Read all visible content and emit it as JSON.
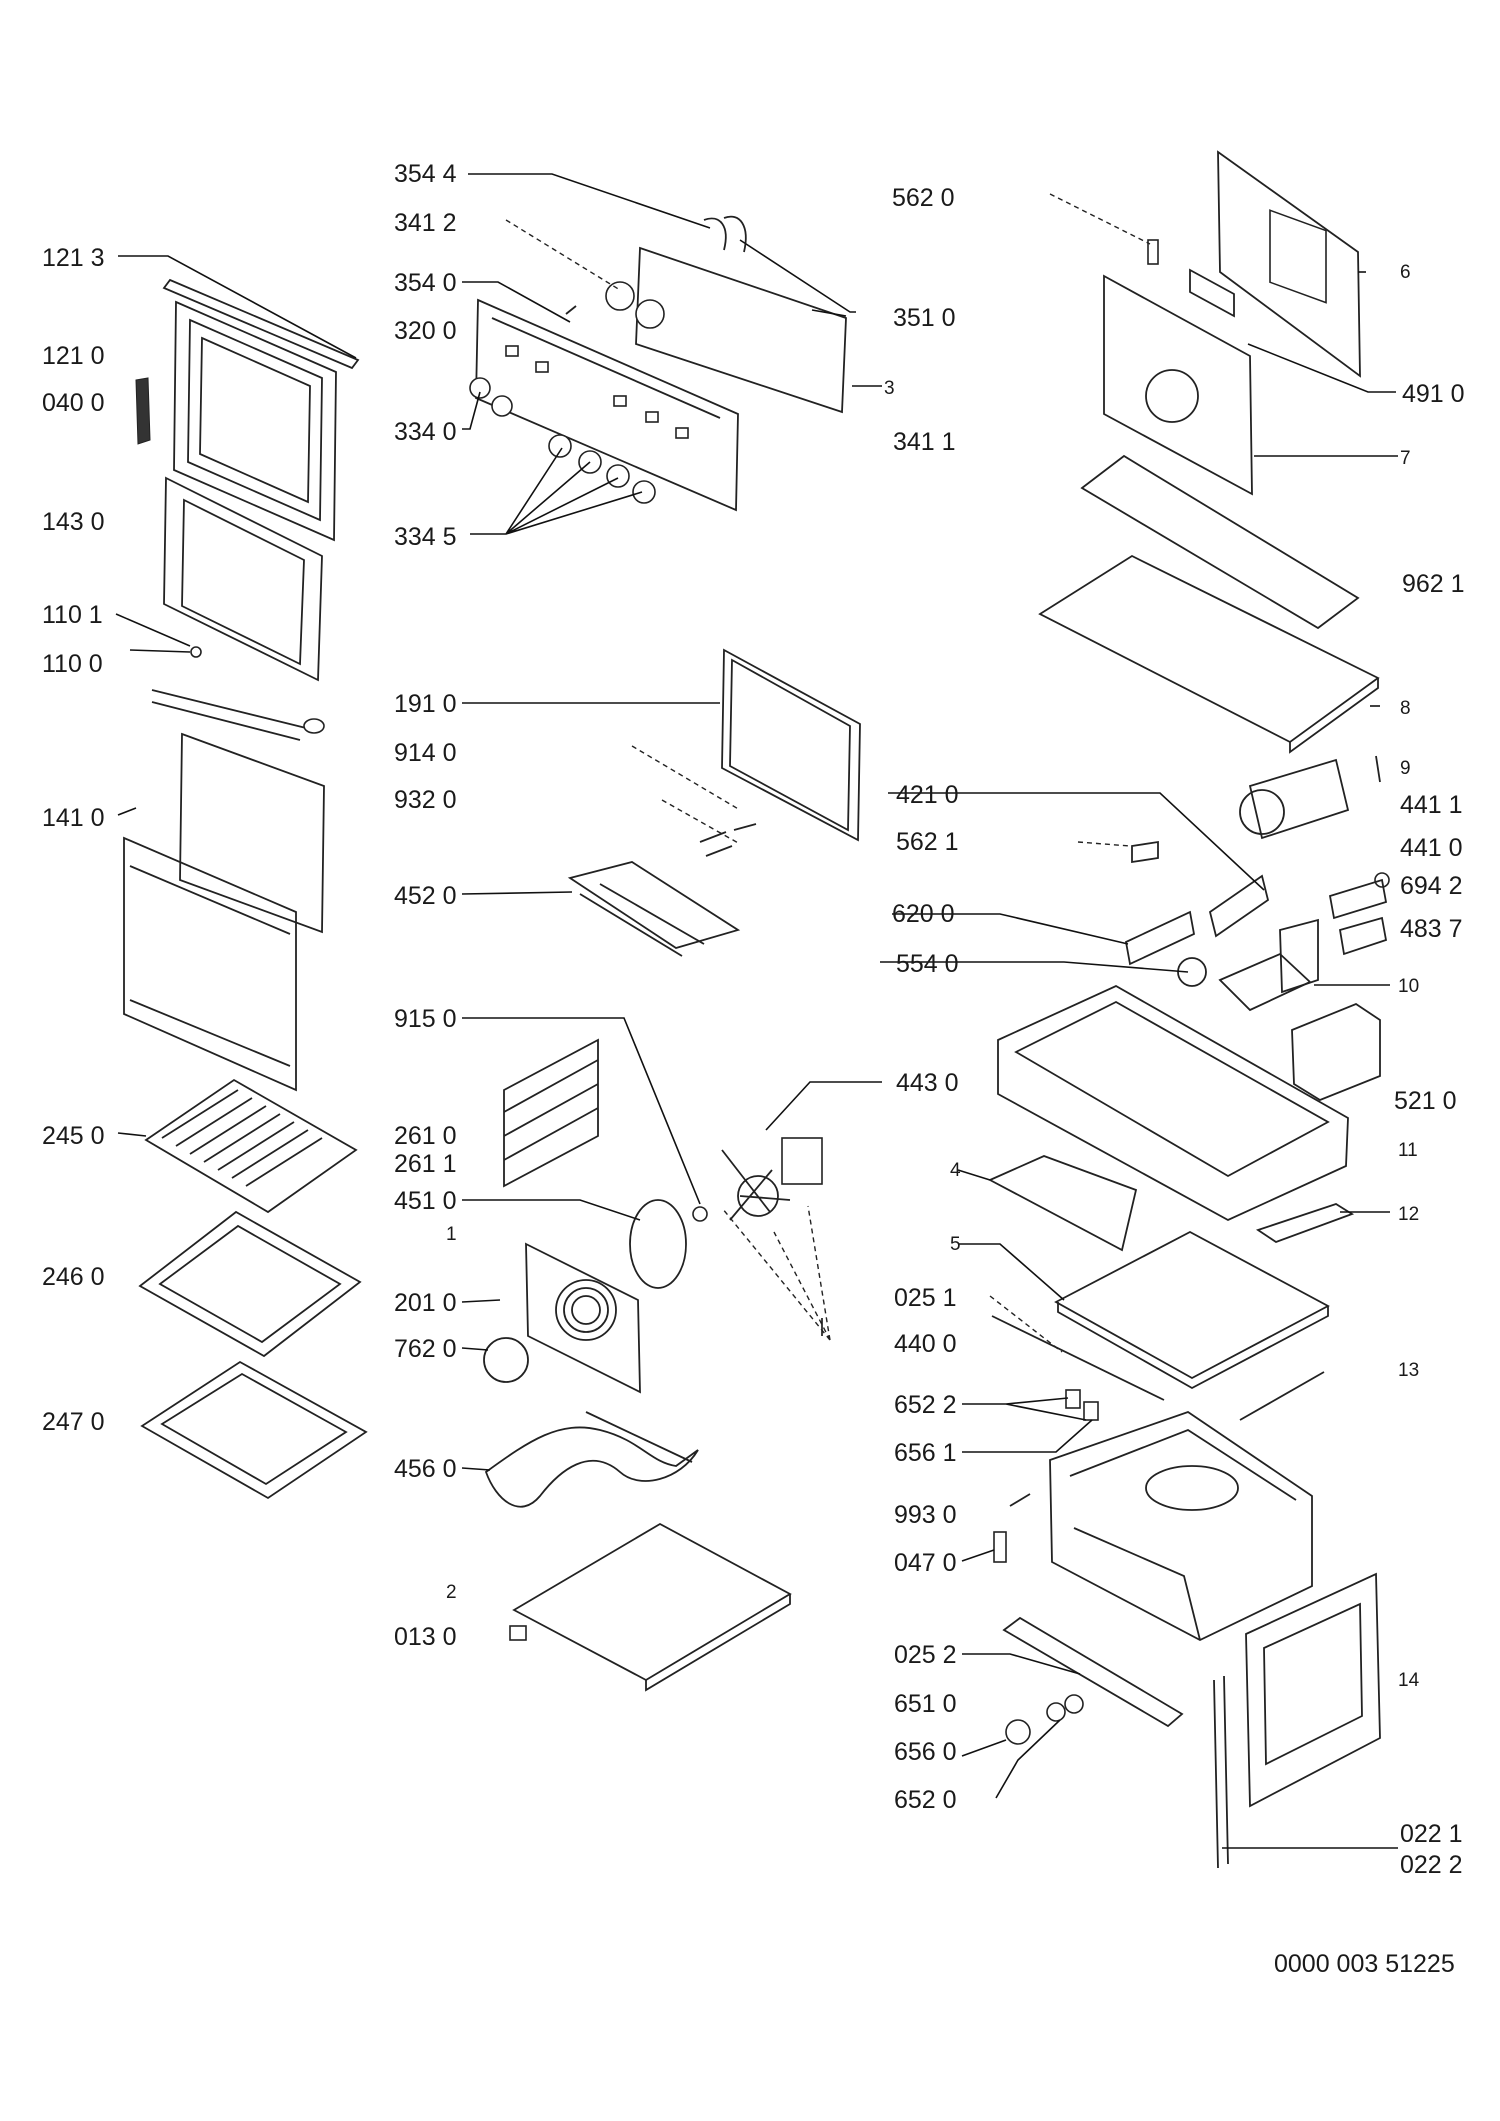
{
  "labels": {
    "l1213": "121 3",
    "l1210": "121 0",
    "l0400": "040 0",
    "l1430": "143 0",
    "l1101": "110 1",
    "l1100": "110 0",
    "l1410": "141 0",
    "l2450": "245 0",
    "l2460": "246 0",
    "l2470": "247 0",
    "l3544": "354 4",
    "l3412": "341 2",
    "l3540": "354 0",
    "l3200": "320 0",
    "l3340": "334 0",
    "l3345": "334 5",
    "l3510": "351 0",
    "l3": "3",
    "l3411": "341 1",
    "l1910": "191 0",
    "l9140": "914 0",
    "l9320": "932 0",
    "l4520": "452 0",
    "l9150": "915 0",
    "l2610": "261 0",
    "l2611": "261 1",
    "l4510": "451 0",
    "l1": "1",
    "l2010": "201 0",
    "l7620": "762 0",
    "l4560": "456 0",
    "l2": "2",
    "l0130": "013 0",
    "l4430": "443 0",
    "l5620": "562 0",
    "l6": "6",
    "l4910": "491 0",
    "l7": "7",
    "l9621": "962 1",
    "l8": "8",
    "l9": "9",
    "l4210": "421 0",
    "l4411": "441 1",
    "l5621": "562 1",
    "l4410": "441 0",
    "l6942": "694 2",
    "l6200": "620 0",
    "l4837": "483 7",
    "l5540": "554 0",
    "l10": "10",
    "l5210": "521 0",
    "l11": "11",
    "l4": "4",
    "l12": "12",
    "l5": "5",
    "l0251": "025 1",
    "l4400": "440 0",
    "l13": "13",
    "l6522": "652 2",
    "l6561": "656 1",
    "l9930": "993 0",
    "l0470": "047 0",
    "l0252": "025 2",
    "l6510": "651 0",
    "l14": "14",
    "l6560": "656 0",
    "l6520": "652 0",
    "l0221": "022 1",
    "l0222": "022 2"
  },
  "reference": "0000 003 51225"
}
